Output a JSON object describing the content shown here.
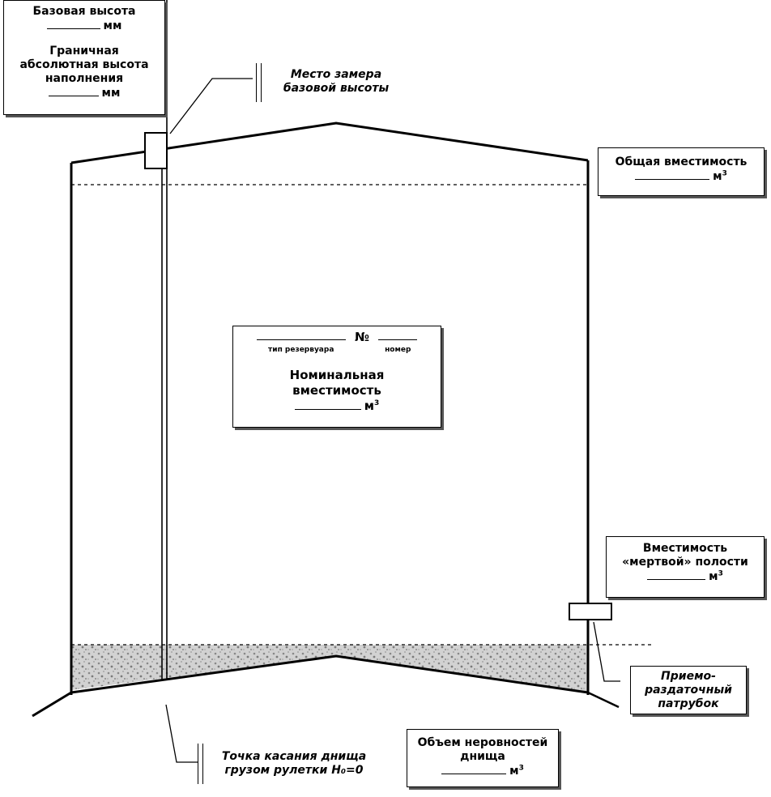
{
  "base_height_box": {
    "title": "Базовая высота",
    "unit": "мм",
    "limit_line1": "Граничная",
    "limit_line2": "абсолютная высота",
    "limit_line3": "наполнения",
    "limit_unit": "мм"
  },
  "measure_point": {
    "line1": "Место замера",
    "line2": "базовой высоты"
  },
  "total_capacity": {
    "title": "Общая вместимость",
    "unit": "м"
  },
  "tank_plate": {
    "number_sign": "№",
    "tank_type_caption": "тип резервуара",
    "number_caption": "номер",
    "title_line1": "Номинальная",
    "title_line2": "вместимость",
    "unit": "м"
  },
  "dead_volume": {
    "line1": "Вместимость",
    "line2": "«мертвой» полости",
    "unit": "м"
  },
  "nozzle": {
    "line1": "Приемо-",
    "line2": "раздаточный",
    "line3": "патрубок"
  },
  "touch_point": {
    "line1": "Точка касания днища",
    "line2": "грузом рулетки H₀=0"
  },
  "bottom_volume": {
    "line1": "Объем неровностей",
    "line2": "днища",
    "unit": "м"
  },
  "superscript_3": "3",
  "colors": {
    "ink": "#000000",
    "sediment": "#b8b8b8",
    "shadow": "#555555"
  }
}
